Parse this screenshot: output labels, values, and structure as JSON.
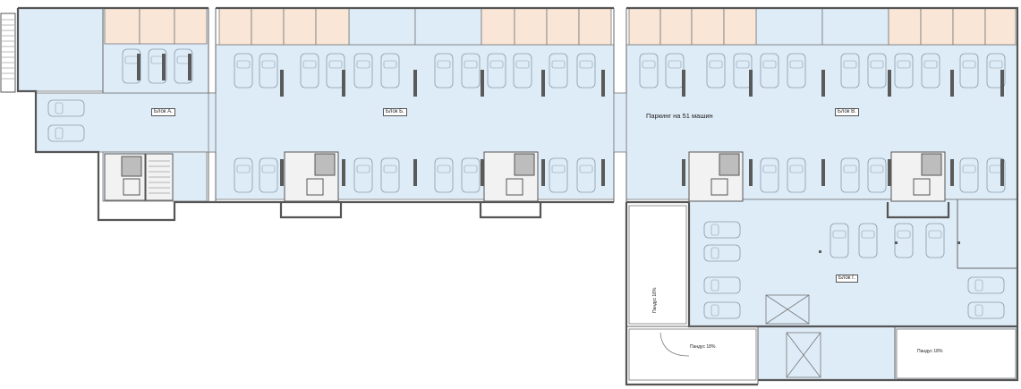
{
  "plan": {
    "title": "Паркинг на 51 машин",
    "blocks": {
      "a": "Блок А.",
      "b": "Блок Б.",
      "v": "Блок В.",
      "g": "Блок Г."
    },
    "ramps": {
      "vertical": "Пандус 18%",
      "bottom_left": "Пандус 18%",
      "bottom_right": "Пандус 18%"
    }
  },
  "colors": {
    "parking_fill": "#deecf8",
    "storage_fill": "#f9e6d6",
    "wall": "#555555",
    "column": "#5a5a5a",
    "car_stroke": "#8a9aa8",
    "stair_fill": "#f2f2f2"
  }
}
